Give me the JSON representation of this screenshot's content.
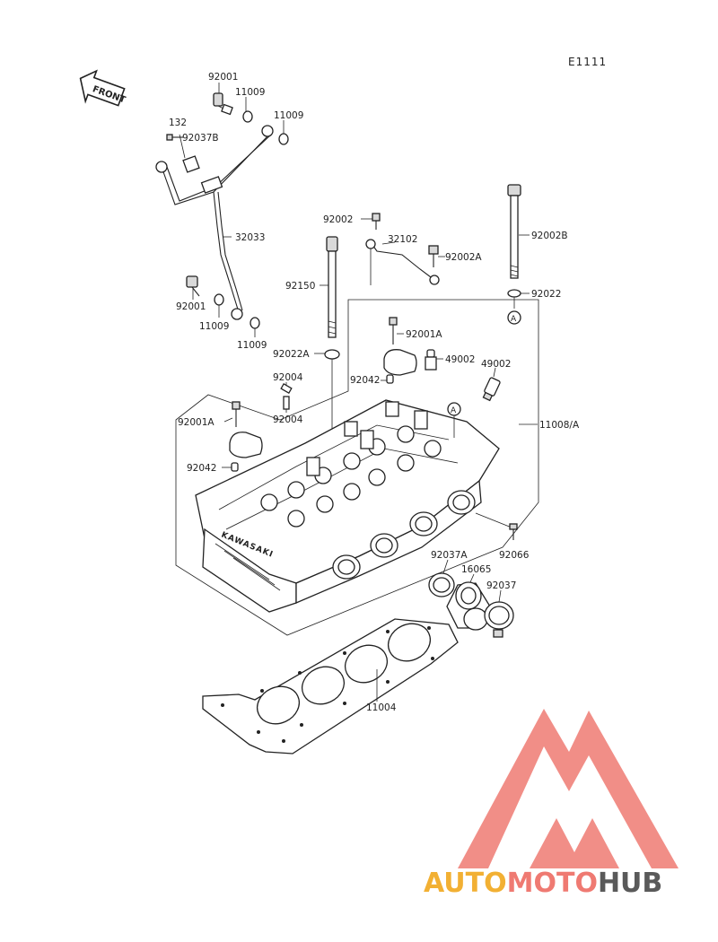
{
  "figure_code": "E1111",
  "front_arrow_label": "FRONT",
  "parts": {
    "p92001_top": "92001",
    "p11009_a": "11009",
    "p11009_b": "11009",
    "p132": "132",
    "p92037b": "92037B",
    "p32033": "32033",
    "p92001_left": "92001",
    "p11009_c": "11009",
    "p11009_d": "11009",
    "p92002": "92002",
    "p32102": "32102",
    "p92002a": "92002A",
    "p92002b": "92002B",
    "p92150": "92150",
    "p92022": "92022",
    "p92001a_r": "92001A",
    "p92022a": "92022A",
    "p49002_a": "49002",
    "p92042_r": "92042",
    "p49002_b": "49002",
    "p92004_a": "92004",
    "p92004_b": "92004",
    "p92001a_l": "92001A",
    "p11008a": "11008/A",
    "p92042_l": "92042",
    "p92066": "92066",
    "p92037a": "92037A",
    "p16065": "16065",
    "p92037": "92037",
    "p11004": "11004",
    "ref_a_top": "A",
    "ref_a_head": "A"
  },
  "head_casting_text": "KAWASAKI",
  "watermark": {
    "part1": "AUTO",
    "part2": "MOTO",
    "part3": "HUB",
    "color_auto": "#f2b033",
    "color_moto": "#ef7a72",
    "color_hub": "#5a5a5a",
    "logo_color": "#ef7a72"
  }
}
